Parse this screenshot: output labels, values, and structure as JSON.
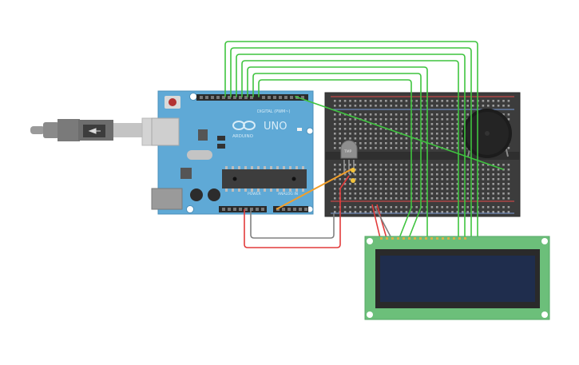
{
  "arduino": {
    "brand_text": "ARDUINO",
    "model_text": "UNO",
    "digital_label": "DIGITAL (PWM~)",
    "power_label": "POWER",
    "analog_label": "ANALOG IN",
    "board_color": "#5fa9d6"
  },
  "sensor": {
    "label": "TMP"
  },
  "colors": {
    "wire_green": "#3fc43f",
    "wire_red": "#e23b3b",
    "wire_gray": "#808080",
    "wire_orange": "#f29f2a",
    "breadboard": "#3c3c3c",
    "lcd_pcb": "#6cbf7a",
    "lcd_screen": "#1f2d4d"
  }
}
